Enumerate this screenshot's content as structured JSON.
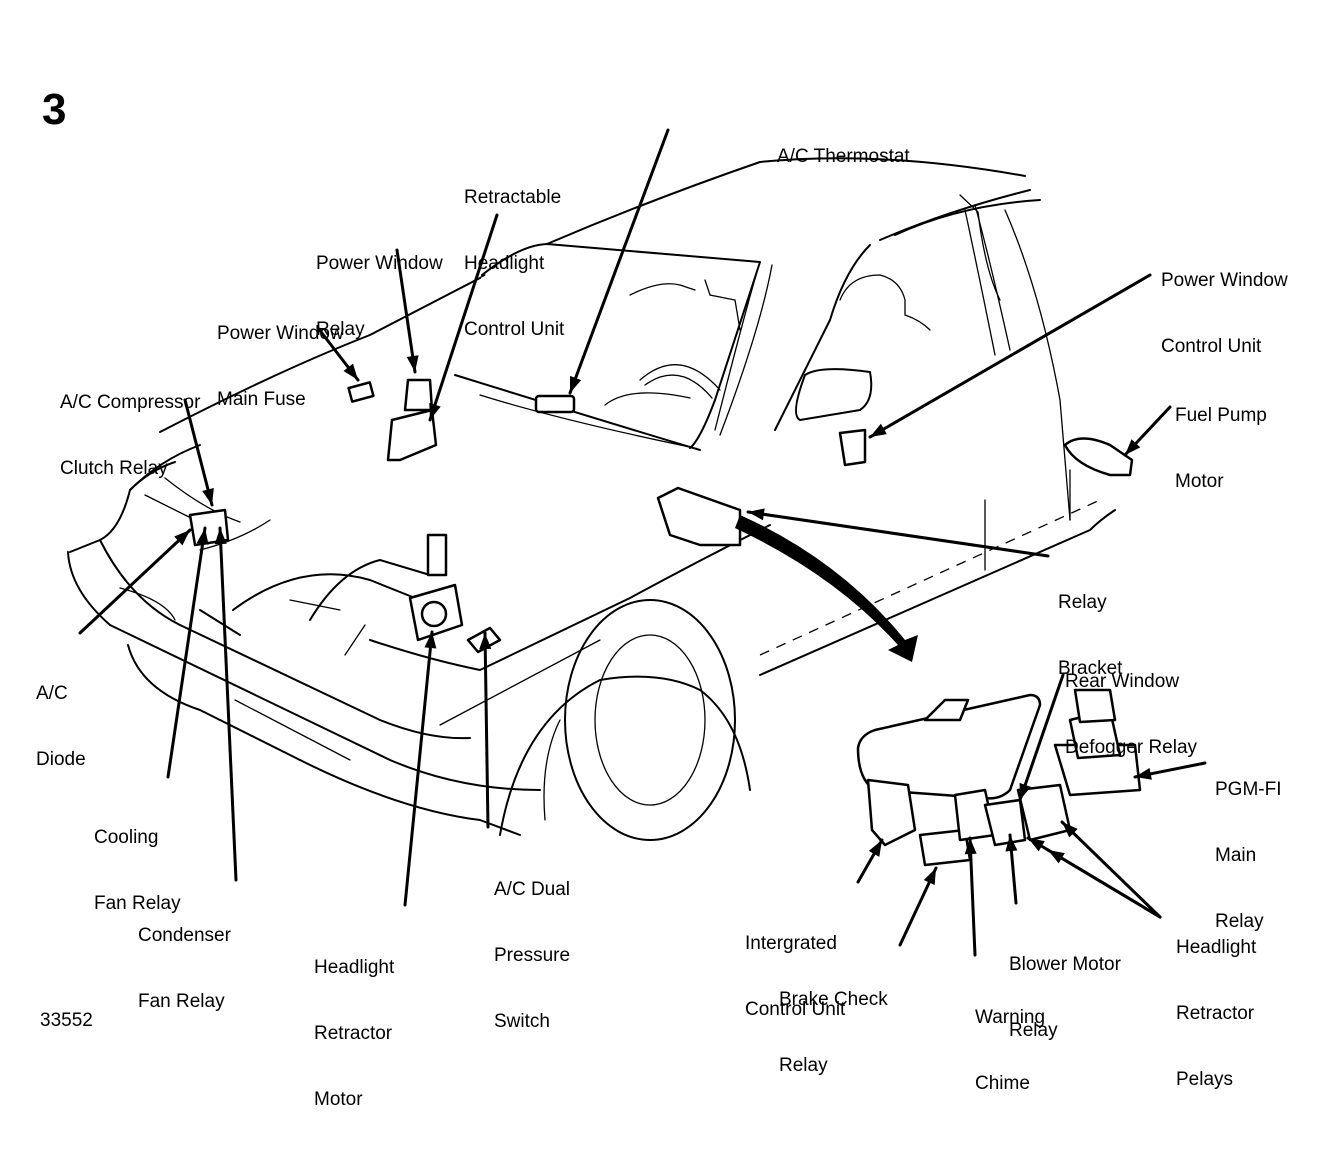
{
  "figure": {
    "number": "3",
    "id": "33552"
  },
  "labels": {
    "ac_thermostat": [
      "A/C Thermostat"
    ],
    "retractable_headlight_control_unit": [
      "Retractable",
      "Headlight",
      "Control Unit"
    ],
    "power_window_relay": [
      "Power Window",
      "Relay"
    ],
    "power_window_main_fuse": [
      "Power Window",
      "Main Fuse"
    ],
    "ac_compressor_clutch_relay": [
      "A/C Compressor",
      "Clutch Relay"
    ],
    "power_window_control_unit": [
      "Power Window",
      "Control Unit"
    ],
    "fuel_pump_motor": [
      "Fuel Pump",
      "Motor"
    ],
    "relay_bracket": [
      "Relay",
      "Bracket"
    ],
    "ac_diode": [
      "A/C",
      "Diode"
    ],
    "rear_window_defogger_relay": [
      "Rear Window",
      "Defogger Relay"
    ],
    "pgm_fi_main_relay": [
      "PGM-FI",
      "Main",
      "Relay"
    ],
    "cooling_fan_relay": [
      "Cooling",
      "Fan Relay"
    ],
    "ac_dual_pressure_switch": [
      "A/C Dual",
      "Pressure",
      "Switch"
    ],
    "condenser_fan_relay": [
      "Condenser",
      "Fan Relay"
    ],
    "integrated_control_unit": [
      "Intergrated",
      "Control Unit"
    ],
    "headlight_retractor_relays": [
      "Headlight",
      "Retractor",
      "Pelays"
    ],
    "blower_motor_relay": [
      "Blower Motor",
      "Relay"
    ],
    "headlight_retractor_motor": [
      "Headlight",
      "Retractor",
      "Motor"
    ],
    "brake_check_relay": [
      "Brake Check",
      "Relay"
    ],
    "warning_chime": [
      "Warning",
      "Chime"
    ]
  },
  "colors": {
    "ink": "#000000",
    "paper": "#ffffff"
  }
}
